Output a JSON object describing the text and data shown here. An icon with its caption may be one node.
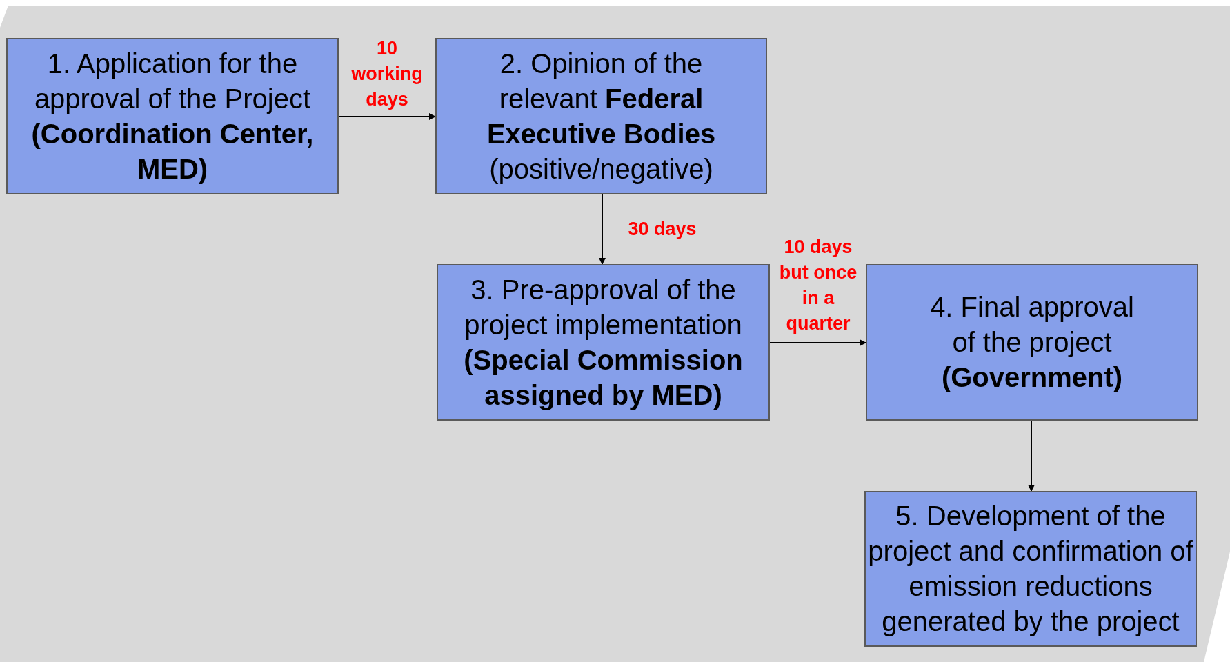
{
  "diagram": {
    "nodes": [
      {
        "text": [
          "1. Application for the approval of the Project **(Coordination Center, MED)**"
        ]
      },
      {
        "text": [
          "2. Opinion of the relevant **Federal Executive Bodies** (positive/negative)"
        ]
      },
      {
        "text": [
          "3. Pre-approval of the project implementation **(Special Commission assigned by MED)**"
        ]
      },
      {
        "text": [
          "4. Final approval of the project **(Government)**"
        ]
      },
      {
        "text": [
          "5. Development of the project and confirmation of emission reductions generated by the project"
        ]
      }
    ],
    "edges": [
      {
        "from": 0,
        "to": 1,
        "arrow": "to",
        "label": "10 working days"
      },
      {
        "from": 1,
        "to": 2,
        "arrow": "to",
        "label": "30 days"
      },
      {
        "from": 2,
        "to": 3,
        "arrow": "to",
        "label": "10 days but once in a quarter"
      },
      {
        "from": 3,
        "to": 4,
        "arrow": "to"
      }
    ]
  }
}
